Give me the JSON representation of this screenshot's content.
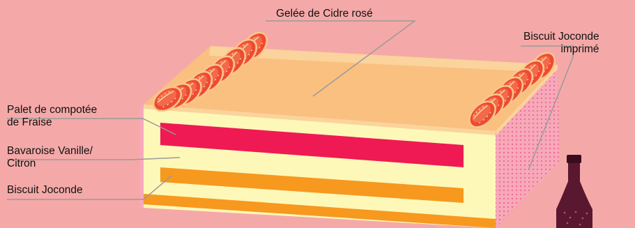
{
  "labels": {
    "gelee": "Gelée de Cidre rosé",
    "joconde_imprime_line1": "Biscuit Joconde",
    "joconde_imprime_line2": "imprimé",
    "palet_line1": "Palet de compotée",
    "palet_line2": "de Fraise",
    "bavaroise_line1": "Bavaroise Vanille/",
    "bavaroise_line2": "Citron",
    "biscuit": "Biscuit Joconde"
  },
  "colors": {
    "background": "#f4a9a8",
    "gelee_top": "#f9c07f",
    "bavaroise": "#fdf8b8",
    "compotee": "#ef1a53",
    "biscuit": "#f7981f",
    "side_face": "#f7a9ba",
    "strawberry": "#ee4a33",
    "bottle": "#5a1730"
  }
}
